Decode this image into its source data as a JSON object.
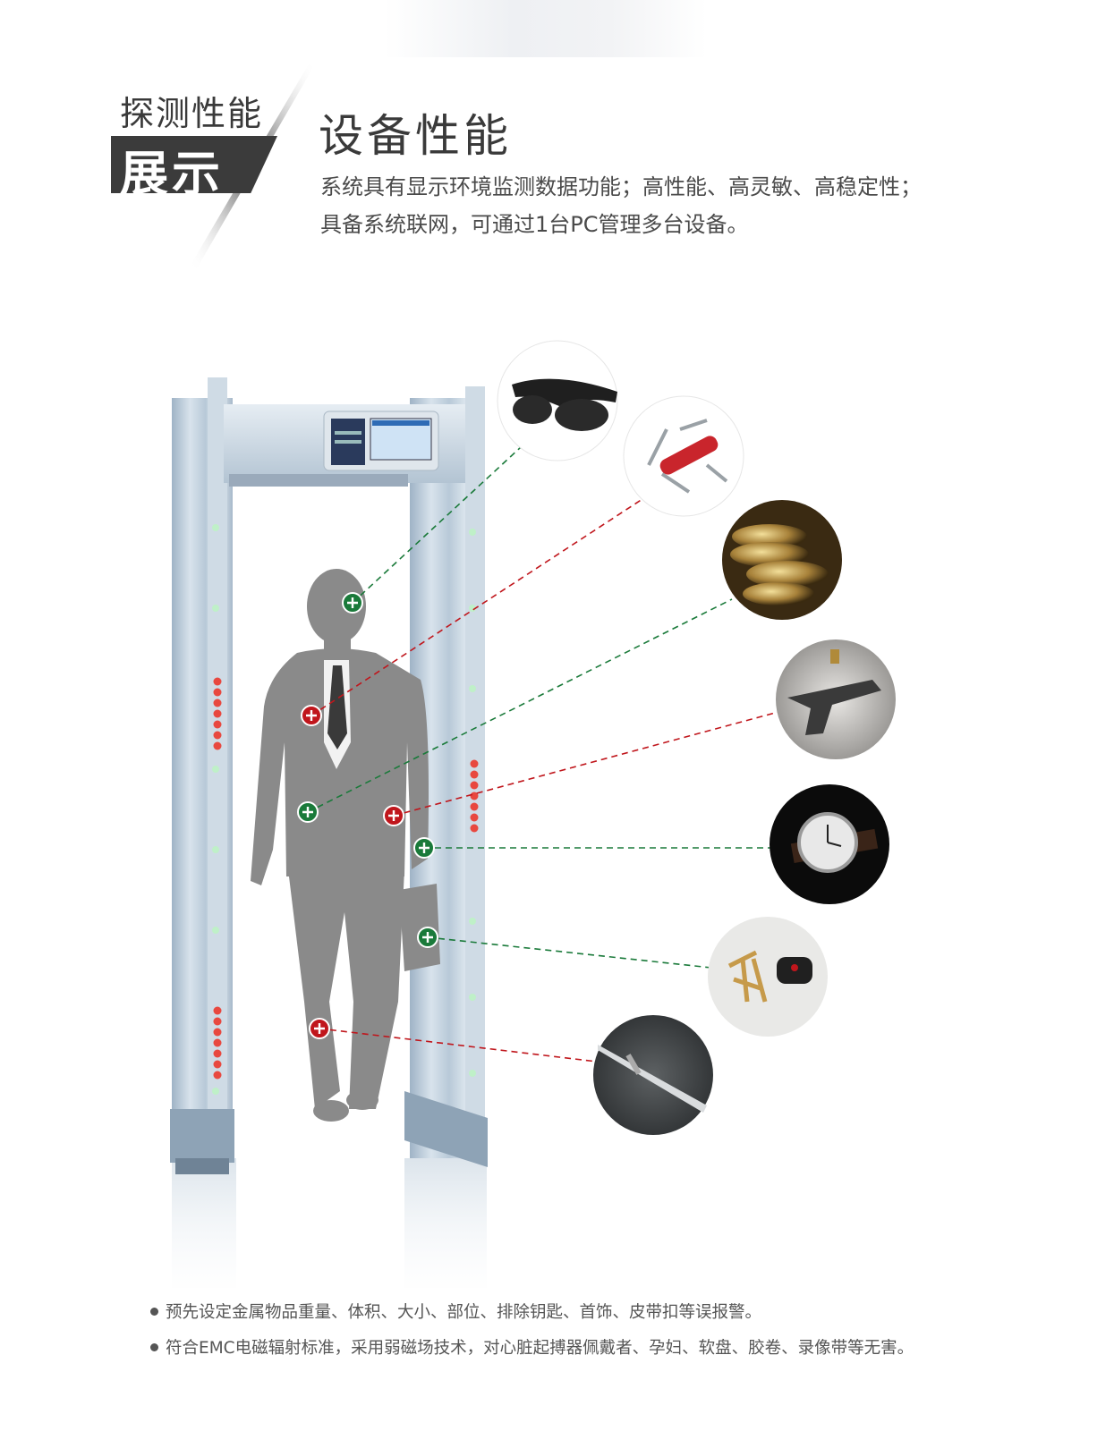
{
  "badge": {
    "line1": "探测性能",
    "line2": "展示"
  },
  "section": {
    "title": "设备性能",
    "desc_line1": "系统具有显示环境监测数据功能；高性能、高灵敏、高稳定性；",
    "desc_line2": "具备系统联网，可通过1台PC管理多台设备。"
  },
  "items": [
    {
      "name": "sunglasses",
      "status": "pass"
    },
    {
      "name": "pocket-knife",
      "status": "alarm"
    },
    {
      "name": "coins",
      "status": "pass"
    },
    {
      "name": "pistol",
      "status": "alarm"
    },
    {
      "name": "wristwatch",
      "status": "pass"
    },
    {
      "name": "keys",
      "status": "pass"
    },
    {
      "name": "knife-blade",
      "status": "alarm"
    }
  ],
  "colors": {
    "pass": "#1a7a3a",
    "alarm": "#c0161c",
    "frame": "#b9cad9",
    "silhouette": "#8a8a8a"
  },
  "bullets": [
    "预先设定金属物品重量、体积、大小、部位、排除钥匙、首饰、皮带扣等误报警。",
    "符合EMC电磁辐射标准，采用弱磁场技术，对心脏起搏器佩戴者、孕妇、软盘、胶卷、录像带等无害。"
  ]
}
